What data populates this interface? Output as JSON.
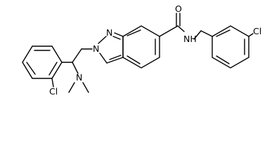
{
  "molecule": {
    "atoms": {
      "n_indazole_1": "N",
      "n_indazole_2": "N",
      "o_carbonyl": "O",
      "nh_amide": "NH",
      "n_dimethyl": "N",
      "cl_aryl_left": "Cl",
      "cl_aryl_right": "Cl"
    }
  }
}
